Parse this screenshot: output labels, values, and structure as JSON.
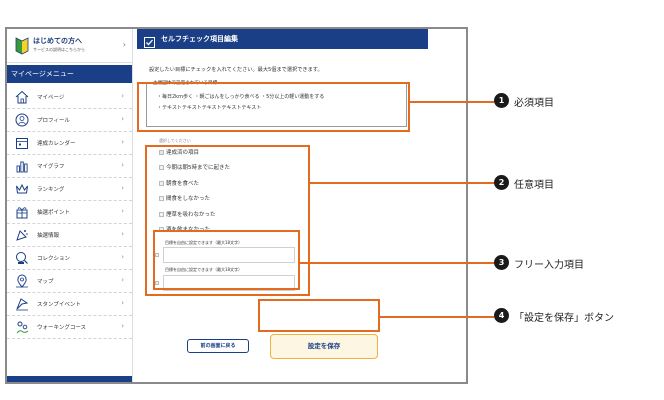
{
  "sidebar": {
    "beginner_title": "はじめての方へ",
    "beginner_sub": "サービスの説明はこちらから",
    "menu_header": "マイページメニュー",
    "items": [
      {
        "label": "マイページ",
        "icon": "house-icon"
      },
      {
        "label": "プロフィール",
        "icon": "profile-icon"
      },
      {
        "label": "達成カレンダー",
        "icon": "calendar-icon"
      },
      {
        "label": "マイグラフ",
        "icon": "graph-icon"
      },
      {
        "label": "ランキング",
        "icon": "crown-icon"
      },
      {
        "label": "抽選ポイント",
        "icon": "gift-icon"
      },
      {
        "label": "抽選情報",
        "icon": "party-icon"
      },
      {
        "label": "コレクション",
        "icon": "collection-icon"
      },
      {
        "label": "マップ",
        "icon": "map-pin-icon"
      },
      {
        "label": "スタンプイベント",
        "icon": "flag-icon"
      },
      {
        "label": "ウォーキングコース",
        "icon": "walking-course-icon"
      }
    ]
  },
  "main": {
    "title": "セルフチェック項目編集",
    "instruction": "設定したい目標にチェックを入れてください。最大5個まで選択できます。",
    "required": {
      "title": "主催団体で設定されている目標",
      "line1": "・毎日2km歩く ・朝ごはんをしっかり食べる ・5分以上の軽い運動をする",
      "line2": "・テキストテキストテキストテキストテキスト"
    },
    "select_label": "選択してください",
    "options": [
      {
        "label": "達成済の項目",
        "checked": true
      },
      {
        "label": "今朝は朝5時までに起きた",
        "checked": false
      },
      {
        "label": "朝食を食べた",
        "checked": false
      },
      {
        "label": "間食をしなかった",
        "checked": false
      },
      {
        "label": "煙草を吸わなかった",
        "checked": false
      },
      {
        "label": "酒を飲まなかった",
        "checked": false
      }
    ],
    "free_inputs": [
      {
        "label": "目標を自由に設定できます（最大18文字）",
        "value": ""
      },
      {
        "label": "目標を自由に設定できます（最大18文字）",
        "value": ""
      }
    ],
    "back_button": "前の画面に戻る",
    "save_button": "設定を保存"
  },
  "callouts": [
    {
      "number": "1",
      "label": "必須項目"
    },
    {
      "number": "2",
      "label": "任意項目"
    },
    {
      "number": "3",
      "label": "フリー入力項目"
    },
    {
      "number": "4",
      "label": "「設定を保存」ボタン"
    }
  ],
  "colors": {
    "navy": "#1b3f86",
    "annotation_orange": "#e36b1f",
    "save_border": "#f0b23a"
  }
}
